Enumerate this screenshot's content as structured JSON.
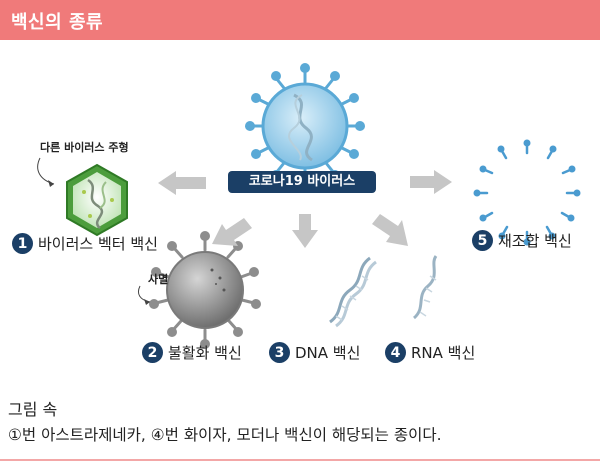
{
  "header": {
    "title": "백신의 종류"
  },
  "center": {
    "label": "코로나19 바이러스"
  },
  "annotations": {
    "carrier_virus": "다른 바이러스 주형",
    "killed_virus": "사멸"
  },
  "vaccines": [
    {
      "number": "1",
      "label": "바이러스 벡터 백신"
    },
    {
      "number": "2",
      "label": "불활화 백신"
    },
    {
      "number": "3",
      "label": "DNA 백신"
    },
    {
      "number": "4",
      "label": "RNA 백신"
    },
    {
      "number": "5",
      "label": "재조합 백신"
    }
  ],
  "note": {
    "heading": "그림 속",
    "body": "①번 아스트라제네카, ④번 화이자, 모더나 백신이 해당되는 종이다."
  },
  "colors": {
    "header_bg": "#f07a7a",
    "badge": "#1b3f66",
    "virus_blue": "#5aa9d6",
    "carrier_green": "#3a9e3a",
    "inactivated_gray": "#8d8d8d",
    "arrow_gray": "#c6c6c6"
  }
}
